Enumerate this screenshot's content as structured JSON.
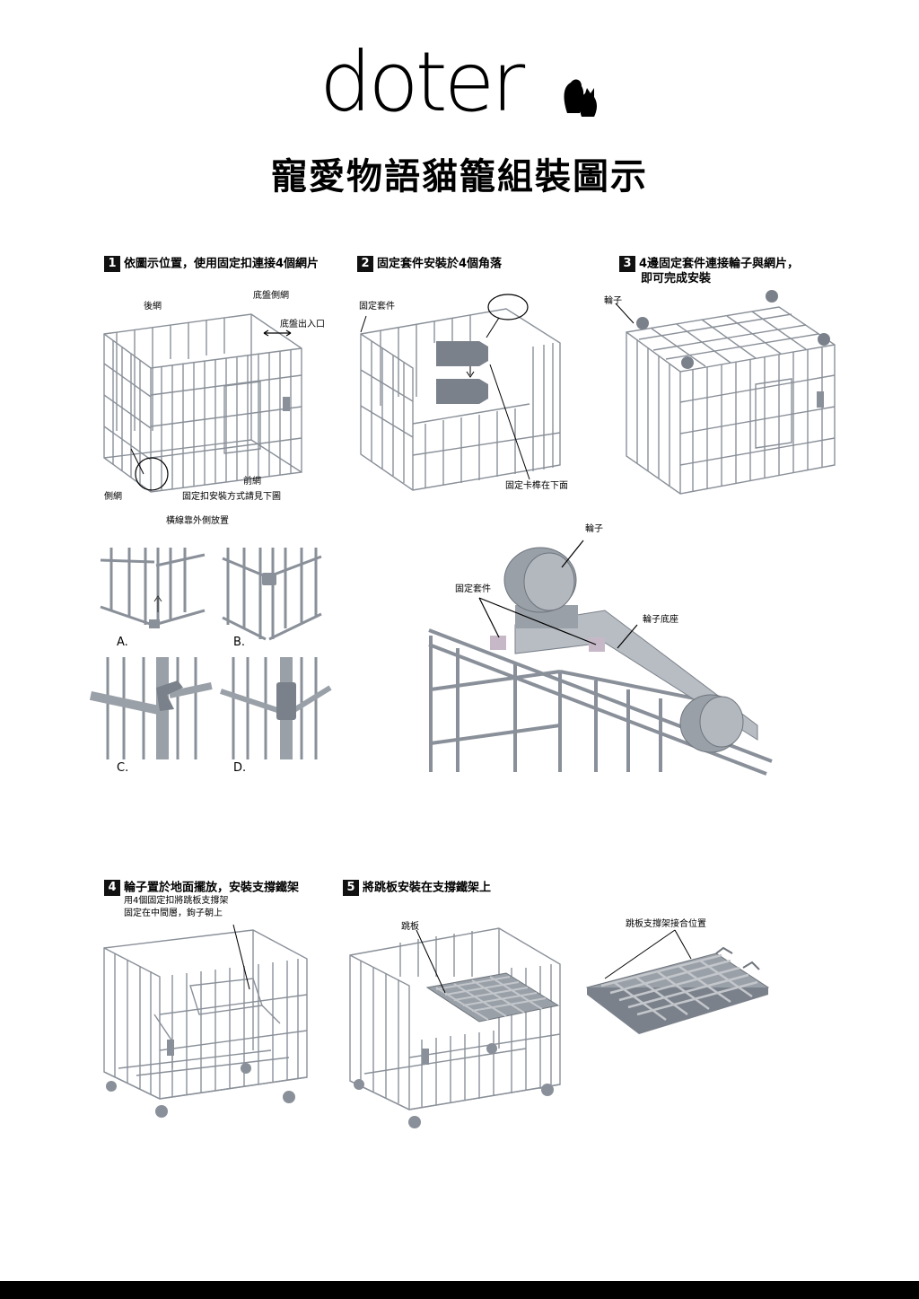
{
  "logo": {
    "text": "doter"
  },
  "title": "寵愛物語貓籠組裝圖示",
  "steps": [
    {
      "num": "1",
      "text": "依圖示位置，使用固定扣連接4個網片"
    },
    {
      "num": "2",
      "text": "固定套件安裝於4個角落"
    },
    {
      "num": "3",
      "text": "4邊固定套件連接輪子與網片，",
      "text2": "即可完成安裝"
    },
    {
      "num": "4",
      "text": "輪子置於地面擺放，安裝支撐鐵架",
      "sub1": "用4個固定扣將跳板支撐架",
      "sub2": "固定在中間層，鉤子朝上"
    },
    {
      "num": "5",
      "text": "將跳板安裝在支撐鐵架上"
    }
  ],
  "labels": {
    "back_net": "後網",
    "base_side": "底盤側網",
    "base_exit": "底盤出入口",
    "front_net": "前網",
    "side_net": "側網",
    "clip_note": "固定扣安裝方式請見下圖",
    "fix_kit": "固定套件",
    "latch_below": "固定卡榫在下面",
    "wheel": "輪子",
    "horizontal_outside": "橫線靠外側放置",
    "fix_kit_detail": "固定套件",
    "wheel_detail": "輪子",
    "wheel_base": "輪子底座",
    "board": "跳板",
    "board_support": "跳板支撐架接合位置"
  },
  "detail_letters": [
    "A.",
    "B.",
    "C.",
    "D."
  ]
}
